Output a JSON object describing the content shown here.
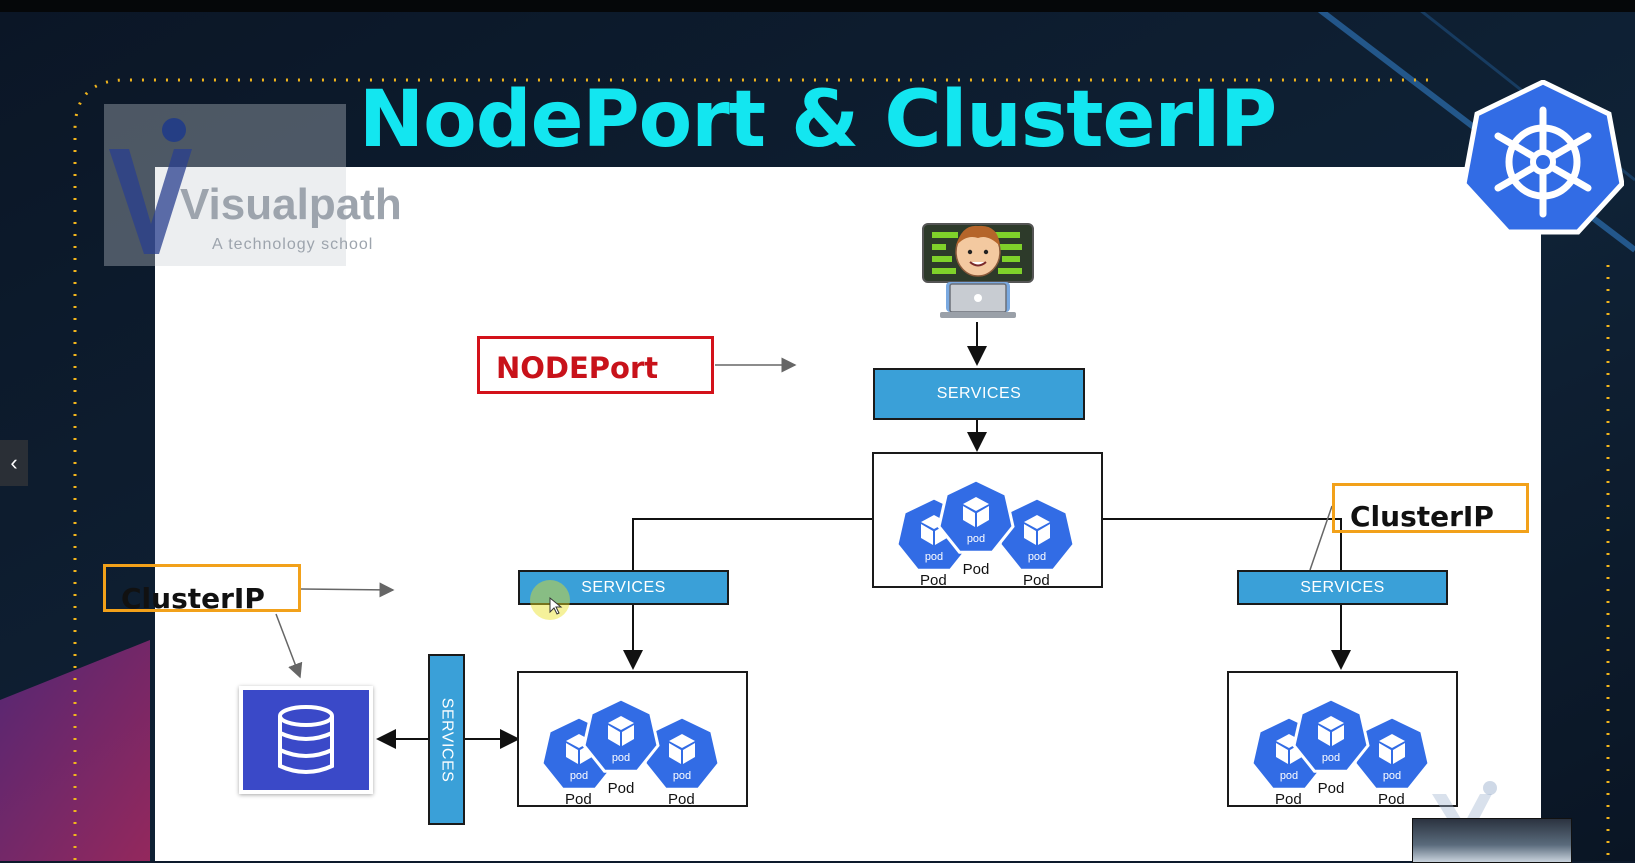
{
  "slide": {
    "title": "NodePort & ClusterIP"
  },
  "watermark": {
    "name": "Visualpath",
    "tagline": "A technology school"
  },
  "logo": {
    "icon": "kubernetes-helm-icon",
    "color": "#326ce5"
  },
  "diagram": {
    "services_label": "SERVICES",
    "pod_inner_label": "pod",
    "pod_label": "Pod",
    "callouts": {
      "nodeport": "NODEPort",
      "clusterip_left": "ClusterIP",
      "clusterip_right": "ClusterIP"
    },
    "database_icon": "database-icon",
    "user_icon": "developer-laptop-icon"
  },
  "nav": {
    "prev_icon": "chevron-left-icon"
  },
  "colors": {
    "title": "#13e6f0",
    "service_fill": "#3aa0d8",
    "nodeport_border": "#d3121a",
    "clusterip_border": "#f2a11a",
    "pod_blue": "#326ce5",
    "database_fill": "#3a49c8"
  }
}
